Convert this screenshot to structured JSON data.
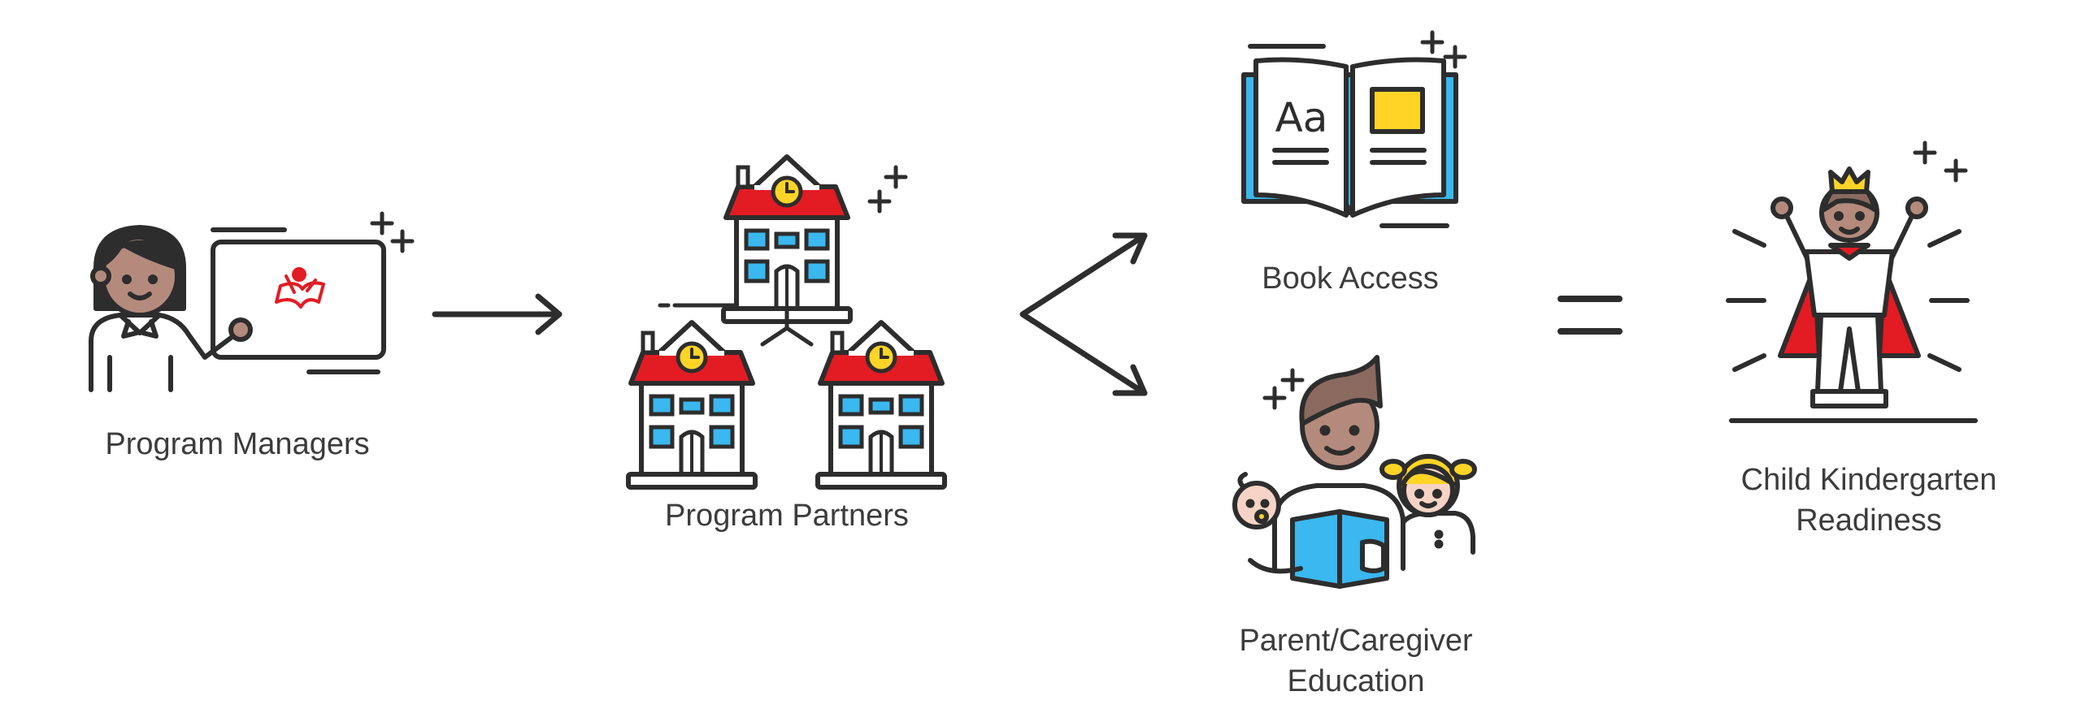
{
  "nodes": {
    "managers": {
      "label": "Program Managers"
    },
    "partners": {
      "label": "Program Partners"
    },
    "book_access": {
      "label": "Book Access"
    },
    "education": {
      "lines": [
        "Parent/Caregiver",
        "Education"
      ]
    },
    "readiness": {
      "lines": [
        "Child Kindergarten",
        "Readiness"
      ]
    }
  },
  "icons": {
    "managers": "woman-presenting-board-icon",
    "partners": "three-school-buildings-icon",
    "book_access": "open-book-icon",
    "education": "parent-reading-with-children-icon",
    "readiness": "child-hero-with-crown-icon",
    "logo": "reading-child-logo-icon"
  },
  "colors": {
    "outline": "#2d2d2d",
    "blue": "#3ab8ef",
    "red": "#e31b23",
    "yellow": "#ffd426",
    "skin": "#b48a7c",
    "light_skin": "#f6d3c5",
    "hair_brown": "#8a6a5f",
    "text": "#3c3c3c"
  }
}
